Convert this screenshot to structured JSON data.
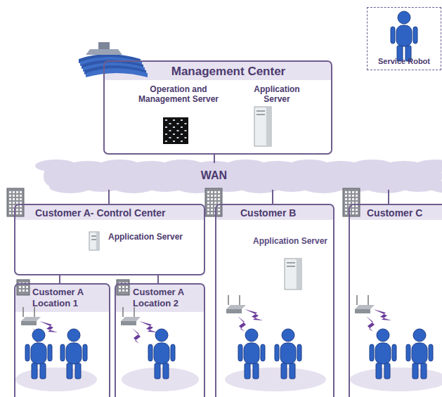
{
  "diagram": {
    "nodes": [
      {
        "text": [
          "Management Center"
        ]
      },
      {
        "text": [
          "Operation and Management Server"
        ],
        "in": 0
      },
      {
        "text": [
          "Application Server"
        ],
        "in": 0
      },
      {
        "text": [
          "WAN"
        ]
      },
      {
        "text": [
          "Customer A- Control Center"
        ]
      },
      {
        "text": [
          "Application Server"
        ],
        "in": 4
      },
      {
        "text": [
          "Customer A Location 1"
        ]
      },
      {
        "text": [
          "Customer A Location 2"
        ]
      },
      {
        "text": [
          "Customer B"
        ]
      },
      {
        "text": [
          "Application Server"
        ],
        "in": 8
      },
      {
        "text": [
          "Customer C"
        ]
      },
      {
        "text": [
          "Service Robot"
        ]
      }
    ],
    "edges": [
      {
        "from": 0,
        "to": 3,
        "arrow": "none"
      },
      {
        "from": 3,
        "to": 4,
        "arrow": "none"
      },
      {
        "from": 3,
        "to": 8,
        "arrow": "none"
      },
      {
        "from": 3,
        "to": 10,
        "arrow": "none"
      },
      {
        "from": 4,
        "to": 6,
        "arrow": "none"
      },
      {
        "from": 4,
        "to": 7,
        "arrow": "none"
      }
    ]
  }
}
